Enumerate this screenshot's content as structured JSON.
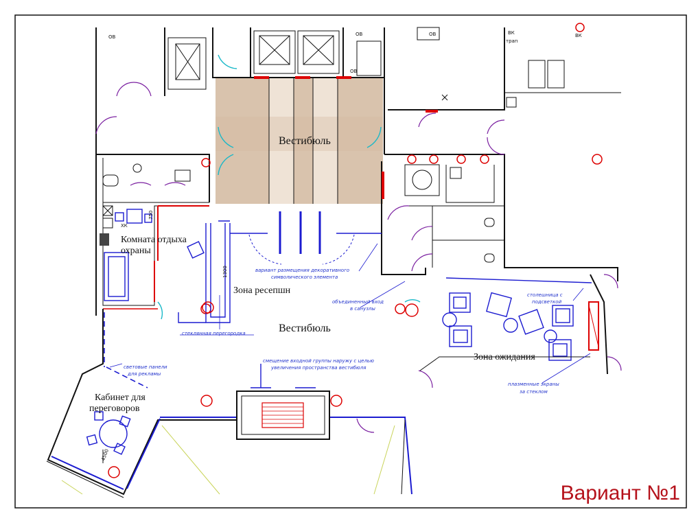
{
  "labels": {
    "vestibule_top": "Вестибюль",
    "vestibule_main": "Вестибюль",
    "security_room": "Комната отдыха охраны",
    "security_line1": "Комната отдыха",
    "security_line2": "охраны",
    "reception": "Зона ресепшн",
    "waiting": "Зона ожидания",
    "meeting_line1": "Кабинет для",
    "meeting_line2": "переговоров"
  },
  "notes": {
    "decor_line1": "вариант размещения декоративного",
    "decor_line2": "символического элемента",
    "combined_line1": "объединенный вход",
    "combined_line2": "в санузлы",
    "glass": "стеклянная перегородка",
    "shift_line1": "смещение входной группы наружу с целью",
    "shift_line2": "увеличения пространства вестибюля",
    "panels_line1": "световые панели",
    "panels_line2": "для рекламы",
    "counter_line1": "столешница с",
    "counter_line2": "подсветкой",
    "plasma_line1": "плазменные экраны",
    "plasma_line2": "за стеклом"
  },
  "small_labels": {
    "ov1": "ОВ",
    "ov2": "ОВ",
    "ov3": "ОВ",
    "ov4": "ОВ",
    "vk1": "ВК",
    "vk2": "ВК",
    "trap": "трап",
    "xk": "ХК",
    "dim_1300": "1300",
    "dim_750": "750",
    "dim_4500": "4500"
  },
  "footer": {
    "variant": "Вариант №1"
  },
  "colors": {
    "wall": "#111111",
    "door": "#7a1fa0",
    "glass_door": "#19b8c8",
    "annotation": "#2233cc",
    "accent": "#d00000",
    "floor": "#d9c3ad",
    "variant_title": "#b5121b"
  }
}
